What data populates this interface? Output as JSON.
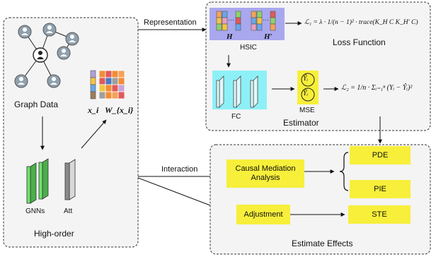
{
  "left_panel": {
    "graph_label": "Graph Data",
    "xi_label": "x_i",
    "wxi_label": "W_{x_i}",
    "gnn_label": "GNNs",
    "att_label": "Att",
    "footer": "High-order"
  },
  "arrows": {
    "representation": "Representation",
    "interaction": "Interaction"
  },
  "estimator_panel": {
    "h_label": "H",
    "h_prime_label": "H′",
    "hsic_label": "HSIC",
    "loss1": "ℒ₁ = λ · 1/(n − 1)² · trace(K_H C K_H′ C)",
    "loss_function_label": "Loss Function",
    "fc_label": "FC",
    "yhat_label": "Ŷᵢ",
    "ytilde_label": "Ỹᵢ",
    "mse_label": "MSE",
    "loss2": "ℒ₂ = 1/n · Σᵢ₌₁ⁿ (Yᵢ − Ŷᵢ)²",
    "footer": "Estimator"
  },
  "effects_panel": {
    "causal_mediation": "Causal Mediation Analysis",
    "adjustment": "Adjustment",
    "pde": "PDE",
    "pie": "PIE",
    "ste": "STE",
    "footer": "Estimate Effects"
  },
  "colors": {
    "yellow": "#f7ef3a",
    "hsic_bg": "#a9a8ee",
    "fc_bg": "#8ef0f7",
    "gnn_green": "#6fe36a",
    "att_gray": "#8a8a8a",
    "node_gray": "#8fa1ad"
  }
}
